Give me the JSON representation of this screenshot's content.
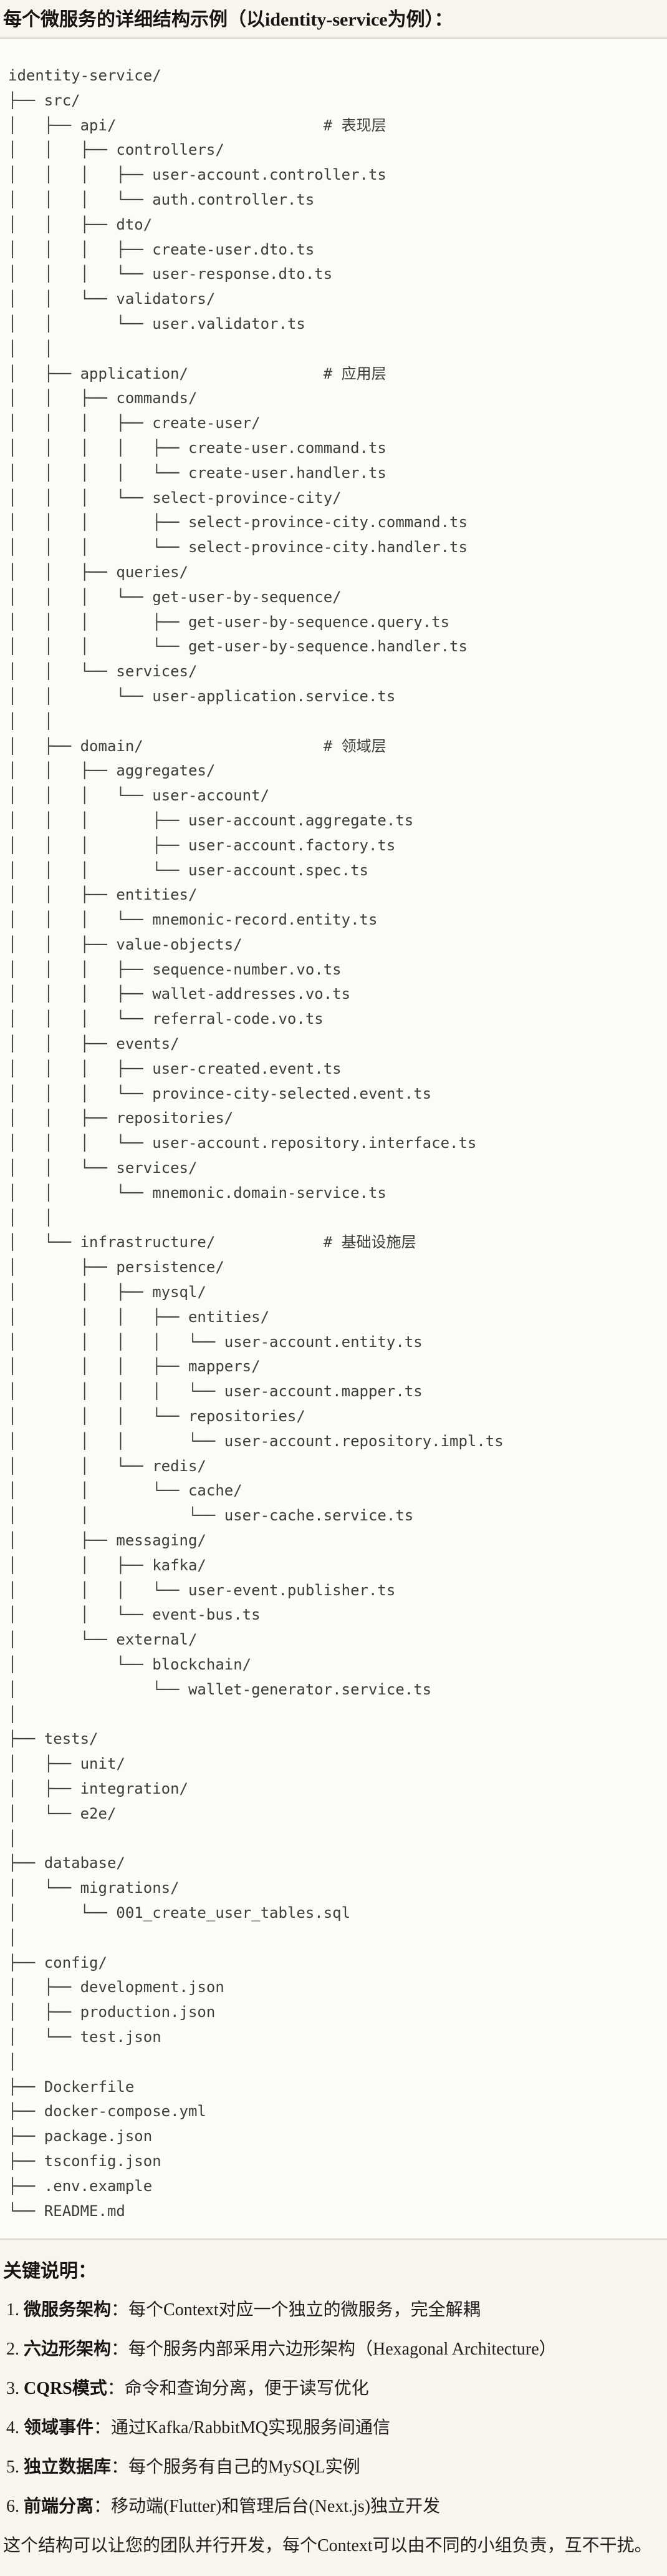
{
  "title": "每个微服务的详细结构示例（以identity-service为例）：",
  "tree": {
    "lines": [
      "identity-service/",
      "├── src/",
      "│   ├── api/                       # 表现层",
      "│   │   ├── controllers/",
      "│   │   │   ├── user-account.controller.ts",
      "│   │   │   └── auth.controller.ts",
      "│   │   ├── dto/",
      "│   │   │   ├── create-user.dto.ts",
      "│   │   │   └── user-response.dto.ts",
      "│   │   └── validators/",
      "│   │       └── user.validator.ts",
      "│   │",
      "│   ├── application/               # 应用层",
      "│   │   ├── commands/",
      "│   │   │   ├── create-user/",
      "│   │   │   │   ├── create-user.command.ts",
      "│   │   │   │   └── create-user.handler.ts",
      "│   │   │   └── select-province-city/",
      "│   │   │       ├── select-province-city.command.ts",
      "│   │   │       └── select-province-city.handler.ts",
      "│   │   ├── queries/",
      "│   │   │   └── get-user-by-sequence/",
      "│   │   │       ├── get-user-by-sequence.query.ts",
      "│   │   │       └── get-user-by-sequence.handler.ts",
      "│   │   └── services/",
      "│   │       └── user-application.service.ts",
      "│   │",
      "│   ├── domain/                    # 领域层",
      "│   │   ├── aggregates/",
      "│   │   │   └── user-account/",
      "│   │   │       ├── user-account.aggregate.ts",
      "│   │   │       ├── user-account.factory.ts",
      "│   │   │       └── user-account.spec.ts",
      "│   │   ├── entities/",
      "│   │   │   └── mnemonic-record.entity.ts",
      "│   │   ├── value-objects/",
      "│   │   │   ├── sequence-number.vo.ts",
      "│   │   │   ├── wallet-addresses.vo.ts",
      "│   │   │   └── referral-code.vo.ts",
      "│   │   ├── events/",
      "│   │   │   ├── user-created.event.ts",
      "│   │   │   └── province-city-selected.event.ts",
      "│   │   ├── repositories/",
      "│   │   │   └── user-account.repository.interface.ts",
      "│   │   └── services/",
      "│   │       └── mnemonic.domain-service.ts",
      "│   │",
      "│   └── infrastructure/            # 基础设施层",
      "│       ├── persistence/",
      "│       │   ├── mysql/",
      "│       │   │   ├── entities/",
      "│       │   │   │   └── user-account.entity.ts",
      "│       │   │   ├── mappers/",
      "│       │   │   │   └── user-account.mapper.ts",
      "│       │   │   └── repositories/",
      "│       │   │       └── user-account.repository.impl.ts",
      "│       │   └── redis/",
      "│       │       └── cache/",
      "│       │           └── user-cache.service.ts",
      "│       ├── messaging/",
      "│       │   ├── kafka/",
      "│       │   │   └── user-event.publisher.ts",
      "│       │   └── event-bus.ts",
      "│       └── external/",
      "│           └── blockchain/",
      "│               └── wallet-generator.service.ts",
      "│",
      "├── tests/",
      "│   ├── unit/",
      "│   ├── integration/",
      "│   └── e2e/",
      "│",
      "├── database/",
      "│   └── migrations/",
      "│       └── 001_create_user_tables.sql",
      "│",
      "├── config/",
      "│   ├── development.json",
      "│   ├── production.json",
      "│   └── test.json",
      "│",
      "├── Dockerfile",
      "├── docker-compose.yml",
      "├── package.json",
      "├── tsconfig.json",
      "├── .env.example",
      "└── README.md"
    ]
  },
  "notes": {
    "heading": "关键说明：",
    "items": [
      {
        "num": "1. ",
        "term": "微服务架构",
        "desc": "：每个Context对应一个独立的微服务，完全解耦"
      },
      {
        "num": "2. ",
        "term": "六边形架构",
        "desc": "：每个服务内部采用六边形架构（Hexagonal Architecture）"
      },
      {
        "num": "3. ",
        "term": "CQRS模式",
        "desc": "：命令和查询分离，便于读写优化"
      },
      {
        "num": "4. ",
        "term": "领域事件",
        "desc": "：通过Kafka/RabbitMQ实现服务间通信"
      },
      {
        "num": "5. ",
        "term": "独立数据库",
        "desc": "：每个服务有自己的MySQL实例"
      },
      {
        "num": "6. ",
        "term": "前端分离",
        "desc": "：移动端(Flutter)和管理后台(Next.js)独立开发"
      }
    ],
    "footer": "这个结构可以让您的团队并行开发，每个Context可以由不同的小组负责，互不干扰。"
  }
}
